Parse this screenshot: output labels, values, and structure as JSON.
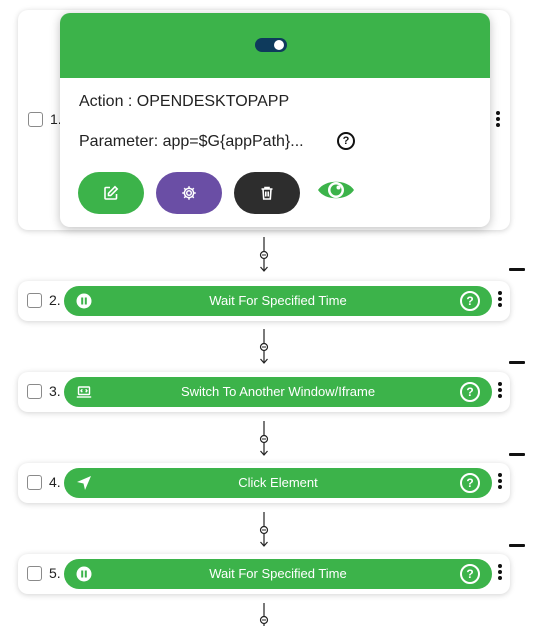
{
  "steps": [
    {
      "number": "1."
    },
    {
      "number": "2.",
      "label": "Wait For Specified Time",
      "help": "?"
    },
    {
      "number": "3.",
      "label": "Switch To Another Window/Iframe",
      "help": "?"
    },
    {
      "number": "4.",
      "label": "Click Element",
      "help": "?"
    },
    {
      "number": "5.",
      "label": "Wait For Specified Time",
      "help": "?"
    }
  ],
  "popup": {
    "action_text": "Action : OPENDESKTOPAPP",
    "parameter_text": "Parameter: app=$G{appPath}...",
    "help": "?"
  },
  "colors": {
    "green": "#3cb34a",
    "purple": "#6a4ea5",
    "dark": "#2d2d2d",
    "toggle": "#0e3a5c"
  },
  "icons": {
    "edit": "edit-icon",
    "settings": "gear-icon",
    "delete": "trash-icon",
    "view": "eye-icon",
    "wait": "pause-icon",
    "switch": "laptop-icon",
    "click": "navigation-arrow-icon"
  }
}
